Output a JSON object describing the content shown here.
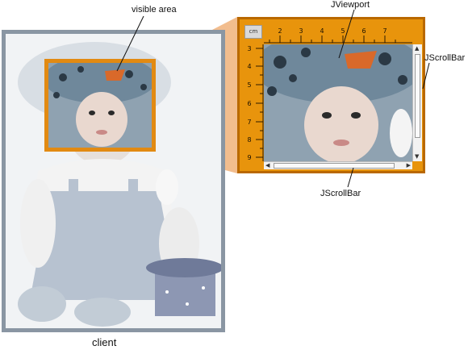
{
  "labels": {
    "visible_area": "visible area",
    "jviewport": "JViewport",
    "jscrollbar_v": "JScrollBar",
    "jscrollbar_h": "JScrollBar",
    "client": "client"
  },
  "scrollpane": {
    "unit_button": "cm",
    "column_ruler": [
      "2",
      "3",
      "4",
      "5",
      "6",
      "7"
    ],
    "row_ruler": [
      "3",
      "4",
      "5",
      "6",
      "7",
      "8",
      "9"
    ]
  },
  "colors": {
    "accent_orange": "#e8940c",
    "client_frame": "#8a96a3",
    "projection": "#f0b27a"
  },
  "icons": {
    "scroll_up": "▲",
    "scroll_down": "▼",
    "scroll_left": "◀",
    "scroll_right": "▶"
  }
}
